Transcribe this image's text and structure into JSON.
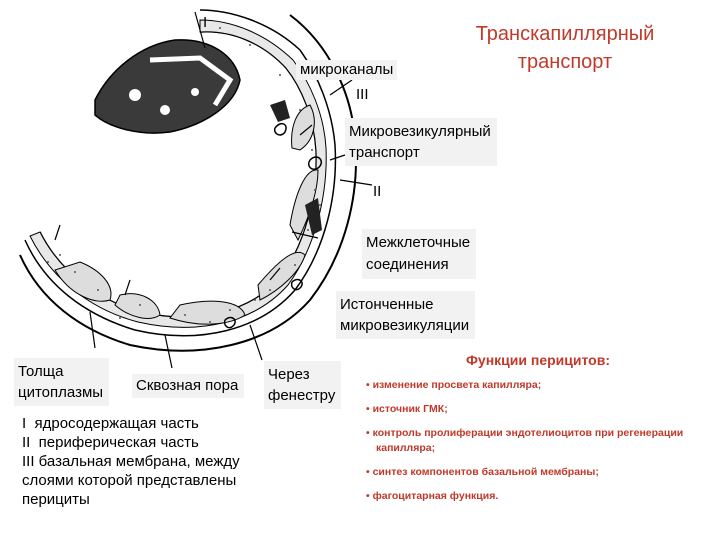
{
  "title": "Транскапиллярный транспорт",
  "labels": {
    "roman_i_top": "I",
    "mikrokanaly": "микроканалы",
    "roman_iii": "III",
    "mikrovez_1": "Микровезикулярный",
    "mikrovez_2": "транспорт",
    "roman_ii": "II",
    "mezhklet_1": "Межклеточные",
    "mezhklet_2": "соединения",
    "istonch_1": "Истонченные",
    "istonch_2": "микровезикуляции",
    "tolscha_1": "Толща",
    "tolscha_2": "цитоплазмы",
    "skvoznaya": "Сквозная пора",
    "cherez_1": "Через",
    "cherez_2": "фенестру"
  },
  "legend": [
    "I  ядросодержащая часть",
    "II  периферическая часть",
    "III базальная мембрана, между",
    "слоями которой представлены",
    "перициты"
  ],
  "functions_title": "Функции перицитов:",
  "functions": [
    "• изменение просвета капилляра;",
    "• источник ГМК;",
    "• контроль пролиферации эндотелиоцитов при регенерации капилляра;",
    "• синтез компонентов базальной мембраны;",
    "• фагоцитарная функция."
  ],
  "colors": {
    "accent": "#c0392b",
    "label_bg": "#f2f2f2"
  }
}
